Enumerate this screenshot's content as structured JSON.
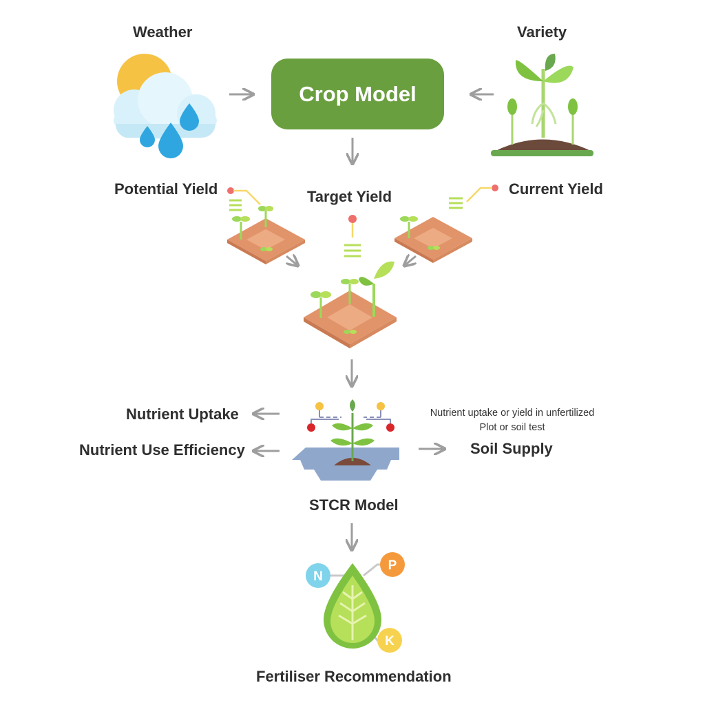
{
  "labels": {
    "weather": "Weather",
    "variety": "Variety",
    "crop_model": "Crop Model",
    "potential_yield": "Potential Yield",
    "target_yield": "Target Yield",
    "current_yield": "Current Yield",
    "nutrient_uptake": "Nutrient Uptake",
    "nutrient_use_efficiency": "Nutrient Use Efficiency",
    "soil_supply_note_line1": "Nutrient uptake or yield in unfertilized",
    "soil_supply_note_line2": "Plot or soil test",
    "soil_supply": "Soil Supply",
    "stcr_model": "STCR Model",
    "fertiliser_recommendation": "Fertiliser Recommendation"
  },
  "nutrients": {
    "n": "N",
    "p": "P",
    "k": "K"
  },
  "colors": {
    "crop_model_fill": "#6a9f3f",
    "arrow": "#9e9e9e",
    "text": "#2f2f2f",
    "soil_tile": "#e1946a",
    "soil_tile_light": "#edab84",
    "sprout": "#9cd85a",
    "cloud": "#d9f1fb",
    "sun": "#f6c244",
    "raindrop": "#2fa6e0",
    "gear": "#8fa7cb",
    "leaf_outer": "#7fc241",
    "leaf_inner": "#b6df5a",
    "n_circle": "#7fd3ea",
    "p_circle": "#f59a3c",
    "k_circle": "#f7d24f"
  },
  "icons": [
    "weather-icon",
    "seedling-icon",
    "field-plot-icon",
    "stcr-plant-gear-icon",
    "leaf-npk-icon"
  ]
}
